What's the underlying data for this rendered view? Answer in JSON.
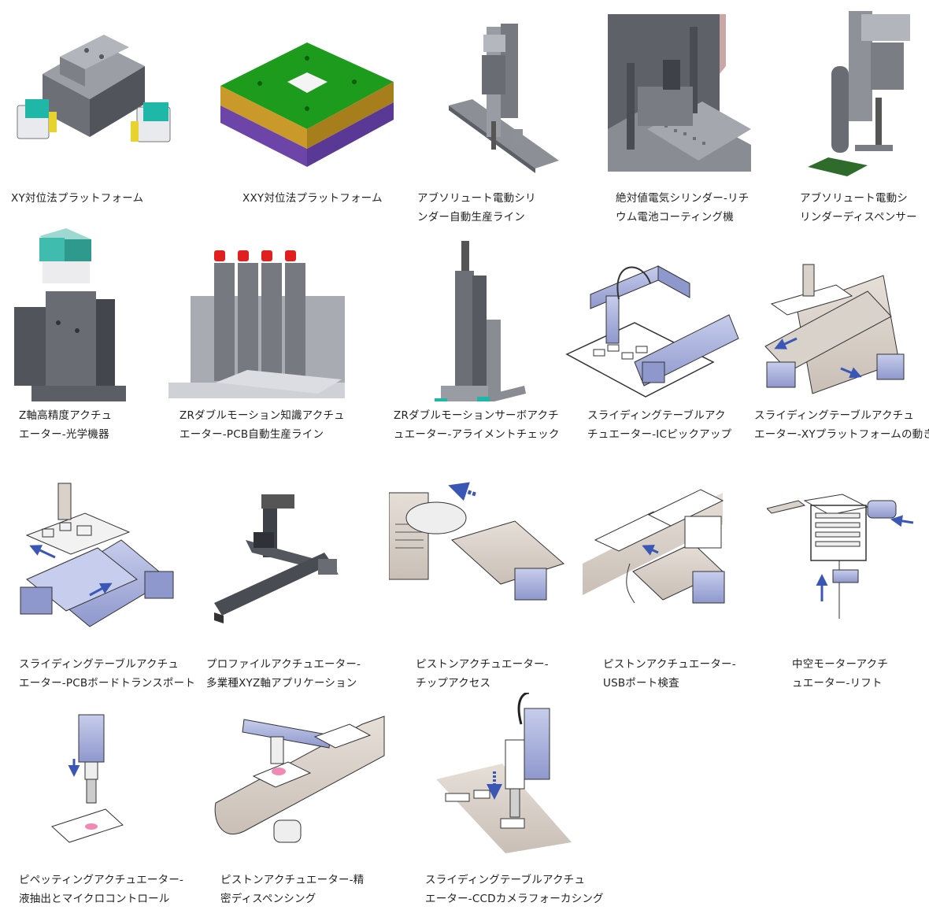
{
  "items": [
    {
      "icon": "xy-platform-icon",
      "line1": "XY対位法プラットフォーム",
      "line2": ""
    },
    {
      "icon": "xxy-platform-icon",
      "line1": "XXY対位法プラットフォーム",
      "line2": ""
    },
    {
      "icon": "electric-cylinder-line-icon",
      "line1": "アブソリュート電動シリ",
      "line2": "ンダー自動生産ライン"
    },
    {
      "icon": "battery-coating-icon",
      "line1": "絶対値電気シリンダー-リチ",
      "line2": "ウム電池コーティング機"
    },
    {
      "icon": "dispenser-icon",
      "line1": "アブソリュート電動シ",
      "line2": "リンダーディスペンサー"
    },
    {
      "icon": "z-axis-actuator-icon",
      "line1": "Z軸高精度アクチュ",
      "line2": "エーター-光学機器"
    },
    {
      "icon": "zr-pcb-line-icon",
      "line1": "ZRダブルモーション知識アクチュ",
      "line2": "エーター-PCB自動生産ライン"
    },
    {
      "icon": "zr-alignment-icon",
      "line1": "ZRダブルモーションサーボアクチ",
      "line2": "ュエーター-アライメントチェック"
    },
    {
      "icon": "ic-pick-up-icon",
      "line1": "スライディングテーブルアク",
      "line2": "チュエーター-ICピックアップ"
    },
    {
      "icon": "xy-motion-icon",
      "line1": "スライディングテーブルアクチュ",
      "line2": "エーター-XYプラットフォームの動き"
    },
    {
      "icon": "pcb-transport-icon",
      "line1": "スライディングテーブルアクチュ",
      "line2": "エーター-PCBボードトランスポート"
    },
    {
      "icon": "xyz-profile-icon",
      "line1": "プロファイルアクチュエーター-",
      "line2": "多業種XYZ軸アプリケーション"
    },
    {
      "icon": "chip-access-icon",
      "line1": "ピストンアクチュエーター-",
      "line2": "チップアクセス"
    },
    {
      "icon": "usb-inspection-icon",
      "line1": "ピストンアクチュエーター-",
      "line2": "USBポート検査"
    },
    {
      "icon": "hollow-motor-lift-icon",
      "line1": "中空モーターアクチ",
      "line2": "ュエーター-リフト"
    },
    {
      "icon": "pipetting-icon",
      "line1": "ピペッティングアクチュエーター-",
      "line2": "液抽出とマイクロコントロール"
    },
    {
      "icon": "precision-dispensing-icon",
      "line1": "ピストンアクチュエーター-精",
      "line2": "密ディスペンシング"
    },
    {
      "icon": "ccd-focusing-icon",
      "line1": "スライディングテーブルアクチュ",
      "line2": "エーター-CCDカメラフォーカシング"
    }
  ]
}
